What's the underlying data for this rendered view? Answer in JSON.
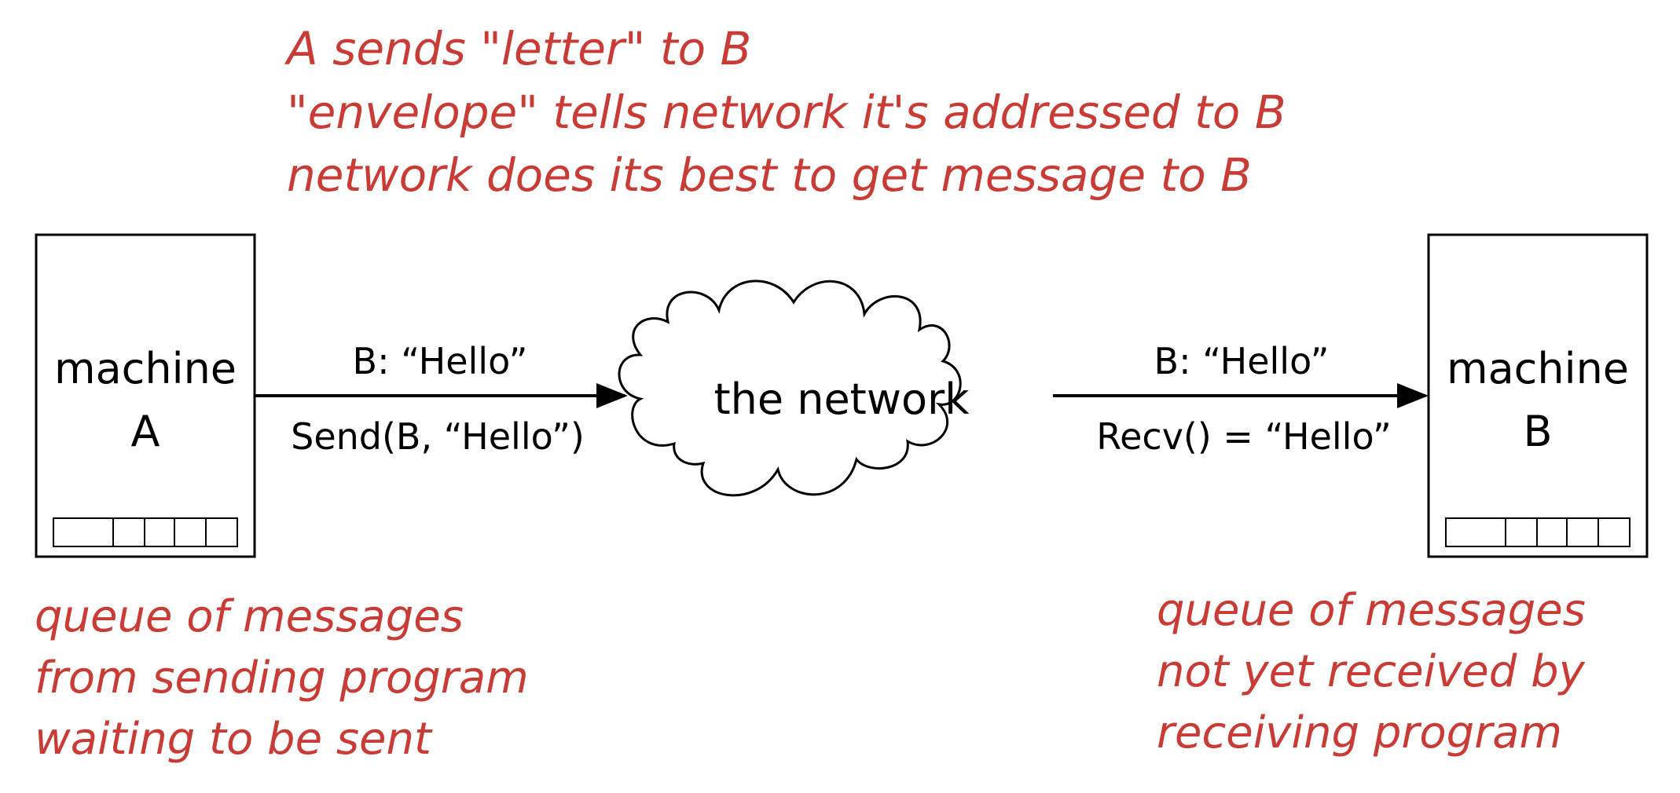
{
  "annotations": {
    "top": [
      "A sends \"letter\" to B",
      "\"envelope\" tells network it's addressed to B",
      "network does its best to get message to B"
    ],
    "bottom_left": [
      "queue of messages",
      "from sending program",
      "waiting to be sent"
    ],
    "bottom_right": [
      "queue of messages",
      "not yet received by",
      "receiving program"
    ]
  },
  "machine_a": {
    "line1": "machine",
    "line2": "A"
  },
  "machine_b": {
    "line1": "machine",
    "line2": "B"
  },
  "network": {
    "label": "the network"
  },
  "left_arrow": {
    "above": "B: “Hello”",
    "below": "Send(B, “Hello”)"
  },
  "right_arrow": {
    "above": "B: “Hello”",
    "below": "Recv() = “Hello”"
  },
  "colors": {
    "annotation": "#c93b35",
    "ink": "#000000"
  }
}
